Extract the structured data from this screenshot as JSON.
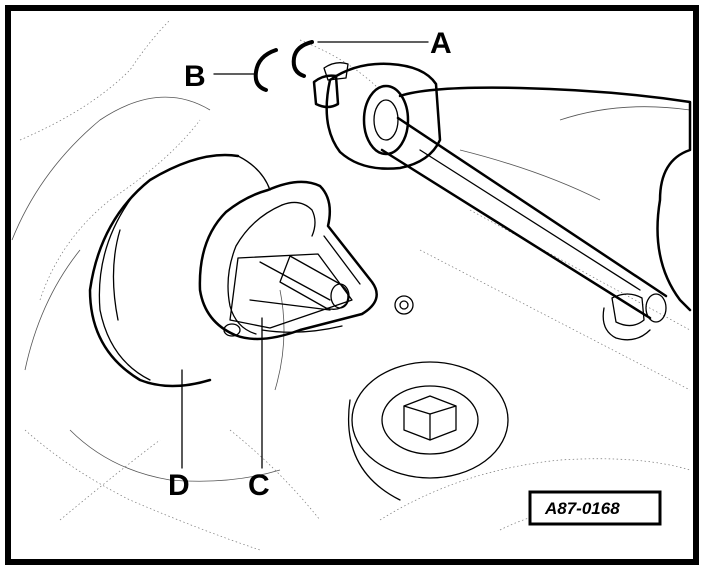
{
  "callouts": {
    "a": "A",
    "b": "B",
    "c": "C",
    "d": "D"
  },
  "figure_code": "A87-0168"
}
